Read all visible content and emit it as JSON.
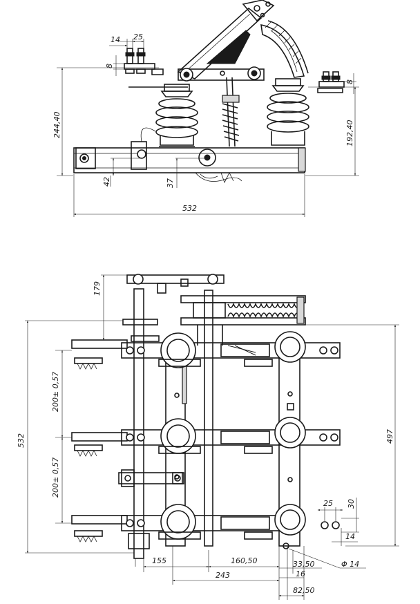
{
  "side_view": {
    "dim_14": "14",
    "dim_25_top": "25",
    "dim_8_left": "8",
    "dim_8_right": "8",
    "dim_244": "244,40",
    "dim_192": "192,40",
    "dim_42": "42",
    "dim_37": "37",
    "dim_532": "532"
  },
  "plan_view": {
    "dim_179": "179",
    "dim_200_a": "200± 0,57",
    "dim_200_b": "200± 0,57",
    "dim_532": "532",
    "dim_497": "497",
    "dim_25": "25",
    "dim_30": "30",
    "dim_14": "14",
    "dim_155": "155",
    "dim_160": "160,50",
    "dim_33": "33,50",
    "dim_phi14": "Φ 14",
    "dim_243": "243",
    "dim_16": "16",
    "dim_82": "82,50"
  }
}
